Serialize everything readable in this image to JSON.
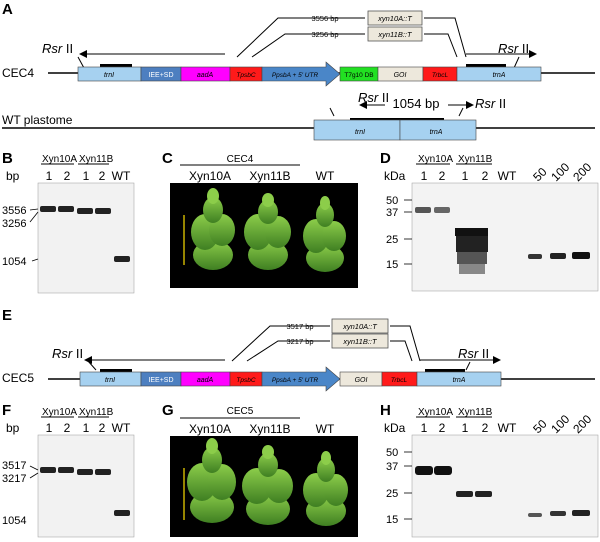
{
  "panels": {
    "A": {
      "letter": "A",
      "construct_label": "CEC4",
      "wt_label": "WT plastome",
      "site_left": "Rsr",
      "site_left_suffix": "II",
      "site_right": "Rsr",
      "site_right_suffix": "II",
      "genes": [
        "trnI",
        "IEE+SD",
        "aadA",
        "TpsbC",
        "PpsbA + 5' UTR",
        "T7g10 DB",
        "GOI",
        "TrbcL",
        "trnA"
      ],
      "inserts": [
        {
          "size": "3556 bp",
          "name": "xyn10A::T"
        },
        {
          "size": "3256 bp",
          "name": "xyn11B::T"
        }
      ],
      "wt_genes": [
        "trnI",
        "trnA"
      ],
      "wt_fragment": "1054 bp"
    },
    "B": {
      "letter": "B",
      "groups": [
        "Xyn10A",
        "Xyn11B"
      ],
      "lanes": [
        "1",
        "2",
        "1",
        "2",
        "WT"
      ],
      "unit": "bp",
      "markers": [
        "3556",
        "3256",
        "1054"
      ]
    },
    "C": {
      "letter": "C",
      "construct": "CEC4",
      "labels": [
        "Xyn10A",
        "Xyn11B",
        "WT"
      ]
    },
    "D": {
      "letter": "D",
      "groups": [
        "Xyn10A",
        "Xyn11B"
      ],
      "lanes": [
        "1",
        "2",
        "1",
        "2",
        "WT"
      ],
      "standards": [
        "50",
        "100",
        "200"
      ],
      "unit": "kDa",
      "markers": [
        "50",
        "37",
        "25",
        "15"
      ]
    },
    "E": {
      "letter": "E",
      "construct_label": "CEC5",
      "site_left": "Rsr",
      "site_left_suffix": "II",
      "site_right": "Rsr",
      "site_right_suffix": "II",
      "genes": [
        "trnI",
        "IEE+SD",
        "aadA",
        "TpsbC",
        "PpsbA + 5' UTR",
        "GOI",
        "TrbcL",
        "trnA"
      ],
      "inserts": [
        {
          "size": "3517 bp",
          "name": "xyn10A::T"
        },
        {
          "size": "3217 bp",
          "name": "xyn11B::T"
        }
      ]
    },
    "F": {
      "letter": "F",
      "groups": [
        "Xyn10A",
        "Xyn11B"
      ],
      "lanes": [
        "1",
        "2",
        "1",
        "2",
        "WT"
      ],
      "unit": "bp",
      "markers": [
        "3517",
        "3217",
        "1054"
      ]
    },
    "G": {
      "letter": "G",
      "construct": "CEC5",
      "labels": [
        "Xyn10A",
        "Xyn11B",
        "WT"
      ]
    },
    "H": {
      "letter": "H",
      "groups": [
        "Xyn10A",
        "Xyn11B"
      ],
      "lanes": [
        "1",
        "2",
        "1",
        "2",
        "WT"
      ],
      "standards": [
        "50",
        "100",
        "200"
      ],
      "unit": "kDa",
      "markers": [
        "50",
        "37",
        "25",
        "15"
      ]
    }
  },
  "colors": {
    "trn": "#a6d1f0",
    "iee": "#4d7fc0",
    "aada": "#ff00ff",
    "terminator": "#ff1a1a",
    "promoter": "#4a86c8",
    "t7g10": "#22e022",
    "goi": "#ede8dc",
    "insert_box": "#ede8dc",
    "plant_bg": "#000000",
    "leaf": "#5aa12e"
  }
}
